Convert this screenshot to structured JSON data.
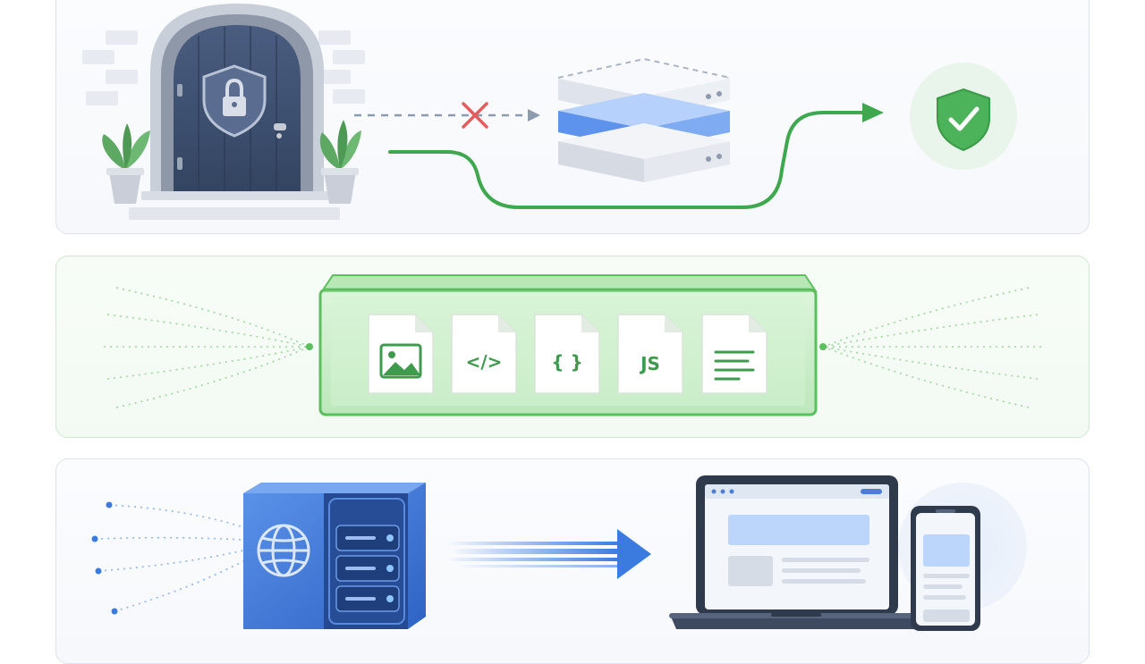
{
  "panels": [
    {
      "id": "security",
      "elements": [
        "locked-door",
        "blocked-path",
        "server-stack",
        "allowed-path",
        "verified-shield"
      ]
    },
    {
      "id": "cache",
      "elements": [
        "cache-box",
        "image-file",
        "html-file",
        "json-file",
        "js-file",
        "text-file"
      ]
    },
    {
      "id": "cdn",
      "elements": [
        "incoming-requests",
        "globe-server",
        "delivery-arrow",
        "laptop",
        "phone"
      ]
    }
  ],
  "cache_files": {
    "js_label": "JS",
    "json_label": "{ }",
    "html_label": "</>"
  },
  "colors": {
    "green": "#3fa84e",
    "blue": "#3b7be0",
    "red": "#e25c5c",
    "slate": "#4b5a73",
    "door": "#3f5272"
  }
}
